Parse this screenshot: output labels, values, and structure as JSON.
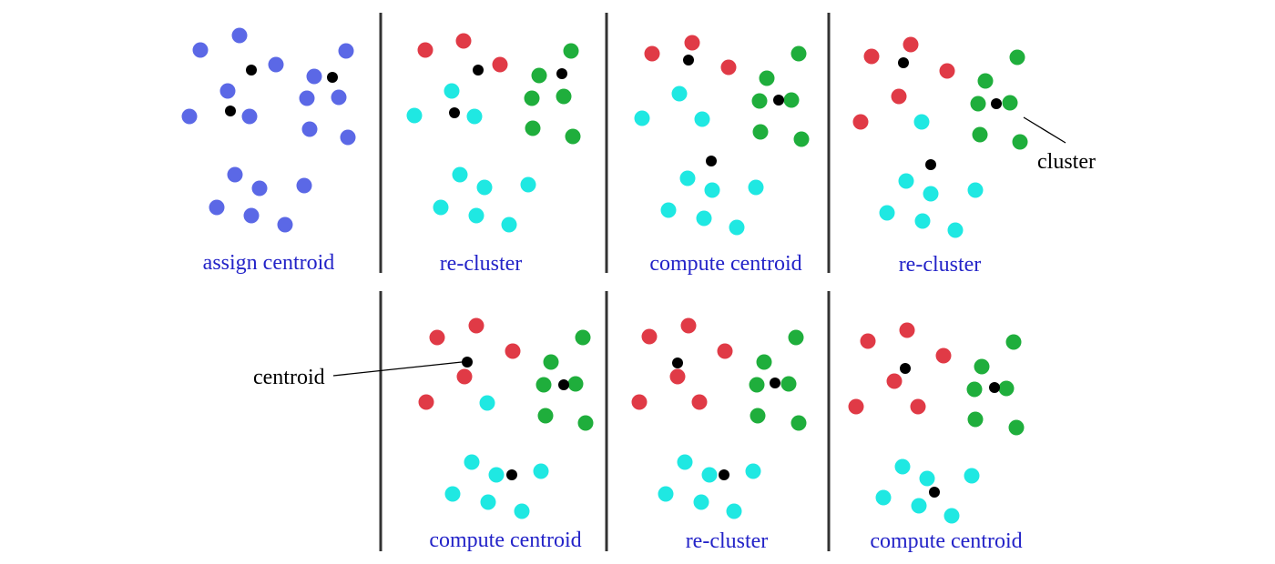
{
  "colors": {
    "unassigned": "#5b68e6",
    "red_cluster": "#e03a46",
    "green_cluster": "#1fae3c",
    "cyan_cluster": "#1fe8e2",
    "centroid": "#000000",
    "label": "#2323c8",
    "divider": "#333333"
  },
  "panels": [
    {
      "label": "assign centroid"
    },
    {
      "label": "re-cluster"
    },
    {
      "label": "compute centroid"
    },
    {
      "label": "re-cluster"
    },
    {
      "label": "compute centroid"
    },
    {
      "label": "re-cluster"
    },
    {
      "label": "compute centroid"
    }
  ],
  "callouts": {
    "cluster": "cluster",
    "centroid": "centroid"
  }
}
